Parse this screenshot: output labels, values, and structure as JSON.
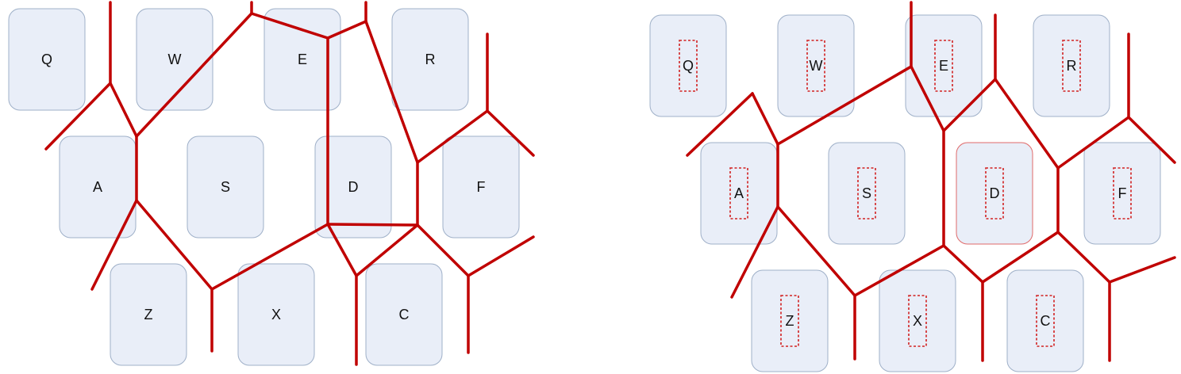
{
  "left_panel": {
    "keys": [
      {
        "id": "q",
        "label": "Q"
      },
      {
        "id": "w",
        "label": "W"
      },
      {
        "id": "e",
        "label": "E"
      },
      {
        "id": "r",
        "label": "R"
      },
      {
        "id": "a",
        "label": "A"
      },
      {
        "id": "s",
        "label": "S"
      },
      {
        "id": "d",
        "label": "D"
      },
      {
        "id": "f",
        "label": "F"
      },
      {
        "id": "z",
        "label": "Z"
      },
      {
        "id": "x",
        "label": "X"
      },
      {
        "id": "c",
        "label": "C"
      }
    ]
  },
  "right_panel": {
    "keys": [
      {
        "id": "q",
        "label": "Q"
      },
      {
        "id": "w",
        "label": "W"
      },
      {
        "id": "e",
        "label": "E"
      },
      {
        "id": "r",
        "label": "R"
      },
      {
        "id": "a",
        "label": "A"
      },
      {
        "id": "s",
        "label": "S"
      },
      {
        "id": "d",
        "label": "D"
      },
      {
        "id": "f",
        "label": "F"
      },
      {
        "id": "z",
        "label": "Z"
      },
      {
        "id": "x",
        "label": "X"
      },
      {
        "id": "c",
        "label": "C"
      }
    ],
    "highlighted_key": "d"
  },
  "colors": {
    "key_fill": "#e9eef8",
    "key_border": "#9fb0c8",
    "boundary_line": "#c00000",
    "hit_box": "#d22020"
  }
}
